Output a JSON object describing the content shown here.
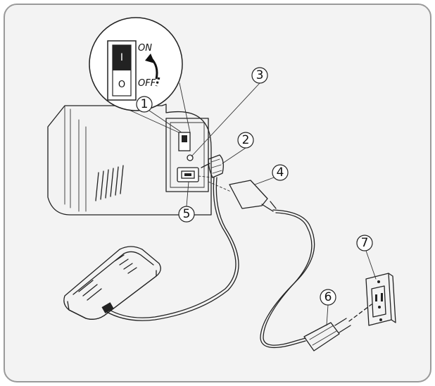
{
  "callouts": [
    {
      "id": "1",
      "label": "1"
    },
    {
      "id": "2",
      "label": "2"
    },
    {
      "id": "3",
      "label": "3"
    },
    {
      "id": "4",
      "label": "4"
    },
    {
      "id": "5",
      "label": "5"
    },
    {
      "id": "6",
      "label": "6"
    },
    {
      "id": "7",
      "label": "7"
    }
  ],
  "switch_inset": {
    "on_label": "ON",
    "off_label": "OFF",
    "rocker_on_mark": "I",
    "rocker_off_mark": "O"
  },
  "colors": {
    "frame_bg": "#f3f3f3",
    "line": "#222222",
    "highlight": "#ffffff"
  },
  "icons": [
    "power-switch-icon",
    "foot-controller-icon",
    "wall-outlet-icon",
    "power-plug-icon",
    "curved-arrow-icon"
  ]
}
